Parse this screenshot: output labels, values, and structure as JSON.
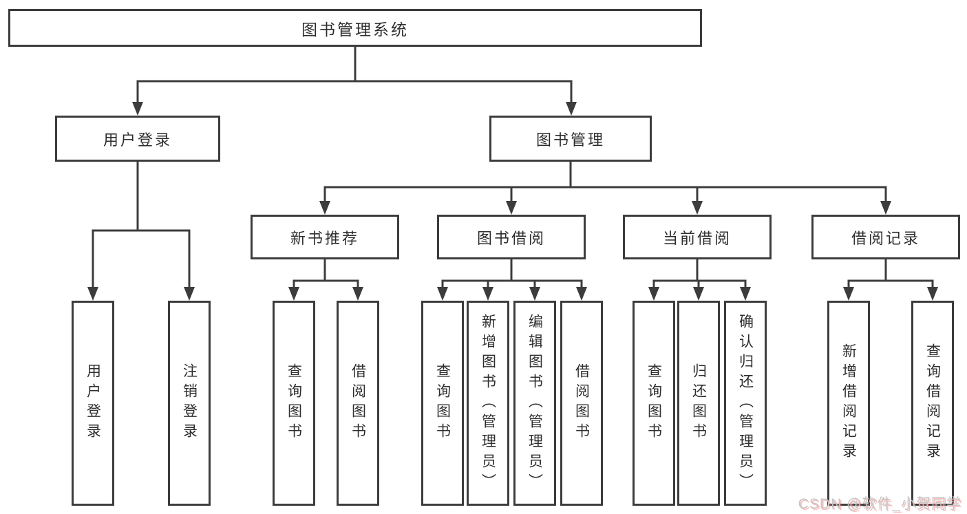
{
  "colors": {
    "line": "#3c3c3c",
    "text": "#2e2e2e",
    "background": "#ffffff",
    "watermark": "#c6c6c6"
  },
  "root": {
    "label": "图书管理系统"
  },
  "branches": [
    {
      "label": "用户登录",
      "leaves": [
        {
          "label": "用户登录"
        },
        {
          "label": "注销登录"
        }
      ]
    },
    {
      "label": "图书管理",
      "groups": [
        {
          "label": "新书推荐",
          "leaves": [
            {
              "label": "查询图书"
            },
            {
              "label": "借阅图书"
            }
          ]
        },
        {
          "label": "图书借阅",
          "leaves": [
            {
              "label": "查询图书"
            },
            {
              "label": "新增图书（管理员）"
            },
            {
              "label": "编辑图书（管理员）"
            },
            {
              "label": "借阅图书"
            }
          ]
        },
        {
          "label": "当前借阅",
          "leaves": [
            {
              "label": "查询图书"
            },
            {
              "label": "归还图书"
            },
            {
              "label": "确认归还（管理员）"
            }
          ]
        },
        {
          "label": "借阅记录",
          "leaves": [
            {
              "label": "新增借阅记录"
            },
            {
              "label": "查询借阅记录"
            }
          ]
        }
      ]
    }
  ],
  "watermark": {
    "text": "CSDN @软件_小贺同学"
  }
}
